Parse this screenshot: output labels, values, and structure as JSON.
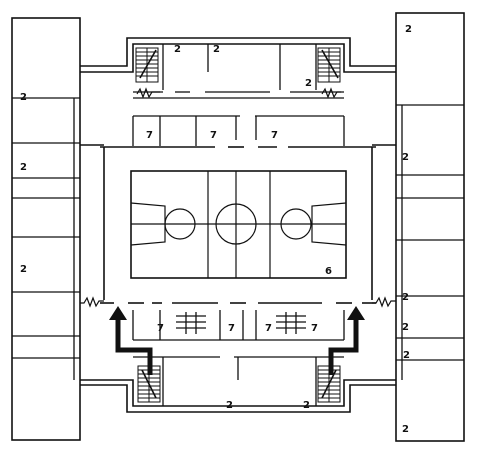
{
  "diagram": {
    "room_labels": [
      {
        "id": "room-2-right-tower-top",
        "text": "2"
      },
      {
        "id": "room-2-north-a",
        "text": "2"
      },
      {
        "id": "room-2-north-b",
        "text": "2"
      },
      {
        "id": "room-2-north-c",
        "text": "2"
      },
      {
        "id": "room-2-left-a",
        "text": "2"
      },
      {
        "id": "room-2-left-b",
        "text": "2"
      },
      {
        "id": "room-2-left-c",
        "text": "2"
      },
      {
        "id": "room-2-right-a",
        "text": "2"
      },
      {
        "id": "room-2-right-b",
        "text": "2"
      },
      {
        "id": "room-2-right-c",
        "text": "2"
      },
      {
        "id": "room-2-right-d",
        "text": "2"
      },
      {
        "id": "room-2-south-a",
        "text": "2"
      },
      {
        "id": "room-2-south-b",
        "text": "2"
      },
      {
        "id": "room-2-right-tower-bottom",
        "text": "2"
      },
      {
        "id": "room-7-north-a",
        "text": "7"
      },
      {
        "id": "room-7-north-b",
        "text": "7"
      },
      {
        "id": "room-7-north-c",
        "text": "7"
      },
      {
        "id": "room-7-south-a",
        "text": "7"
      },
      {
        "id": "room-7-south-b",
        "text": "7"
      },
      {
        "id": "room-7-south-c",
        "text": "7"
      },
      {
        "id": "room-7-south-d",
        "text": "7"
      },
      {
        "id": "gym-label",
        "text": "6"
      }
    ],
    "colors": {
      "wall": "#111111",
      "background": "#ffffff"
    }
  }
}
